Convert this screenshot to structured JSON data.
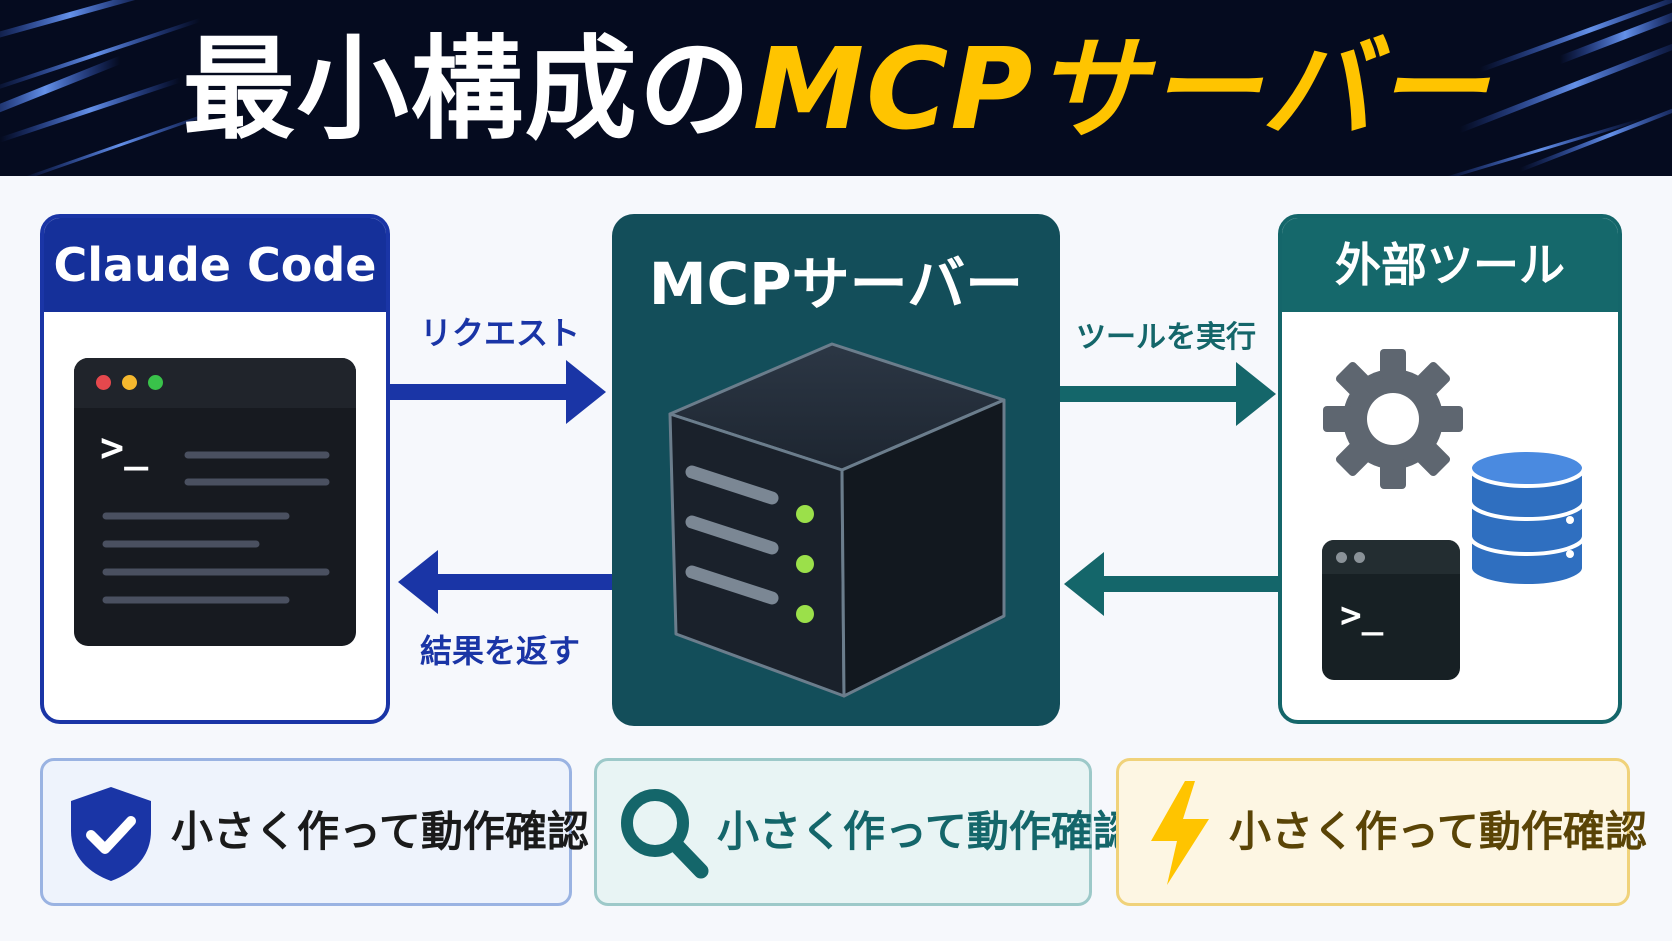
{
  "title": {
    "part1": "最小構成の",
    "part2": "MCPサーバー"
  },
  "left": {
    "header": "Claude Code",
    "prompt": ">_"
  },
  "center": {
    "title": "MCPサーバー"
  },
  "right": {
    "header": "外部ツール",
    "prompt": ">_"
  },
  "arrows": {
    "request": "リクエスト",
    "result": "結果を返す",
    "execute": "ツールを実行"
  },
  "cards": [
    {
      "text": "小さく作って動作確認",
      "icon": "shield-check-icon",
      "color": "#1a35a6"
    },
    {
      "text": "小さく作って動作確認",
      "icon": "magnifier-icon",
      "color": "#14666a"
    },
    {
      "text": "小さく作って動作確認",
      "icon": "lightning-icon",
      "color": "#5a4406"
    }
  ],
  "colors": {
    "blue": "#1a35a6",
    "teal": "#14666a",
    "yellow": "#ffc400",
    "dark": "#050b1f"
  }
}
